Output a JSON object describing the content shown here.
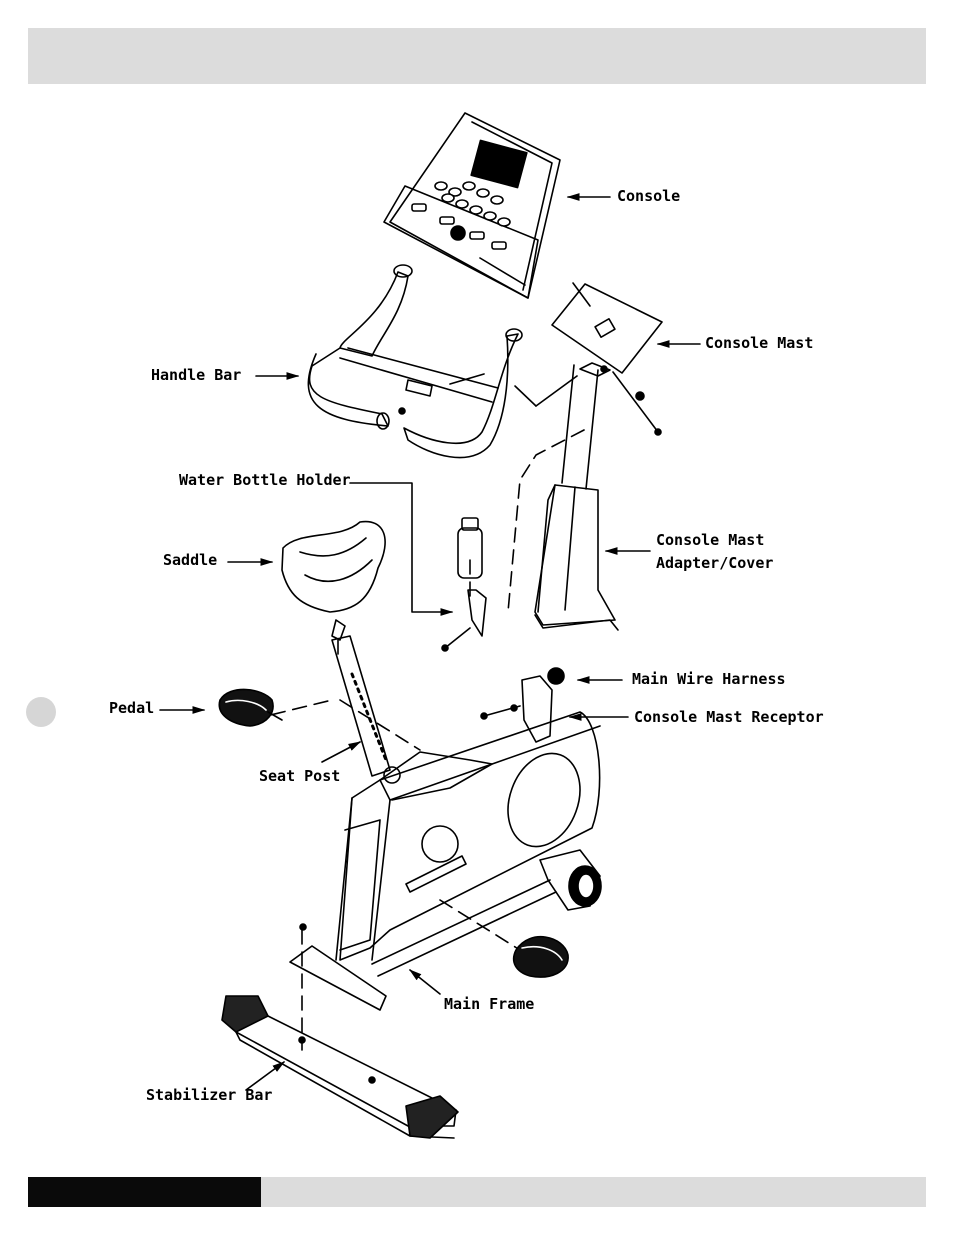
{
  "page": {
    "header_color": "#dcdcdc",
    "footer_black_color": "#0a0a0a"
  },
  "labels": {
    "console": "Console",
    "console_mast": "Console Mast",
    "handle_bar": "Handle Bar",
    "water_bottle_holder": "Water Bottle Holder",
    "saddle": "Saddle",
    "console_mast_adapter_line1": "Console Mast",
    "console_mast_adapter_line2": "Adapter/Cover",
    "main_wire_harness": "Main Wire Harness",
    "pedal": "Pedal",
    "console_mast_receptor": "Console Mast Receptor",
    "seat_post": "Seat Post",
    "main_frame": "Main Frame",
    "stabilizer_bar": "Stabilizer Bar"
  }
}
